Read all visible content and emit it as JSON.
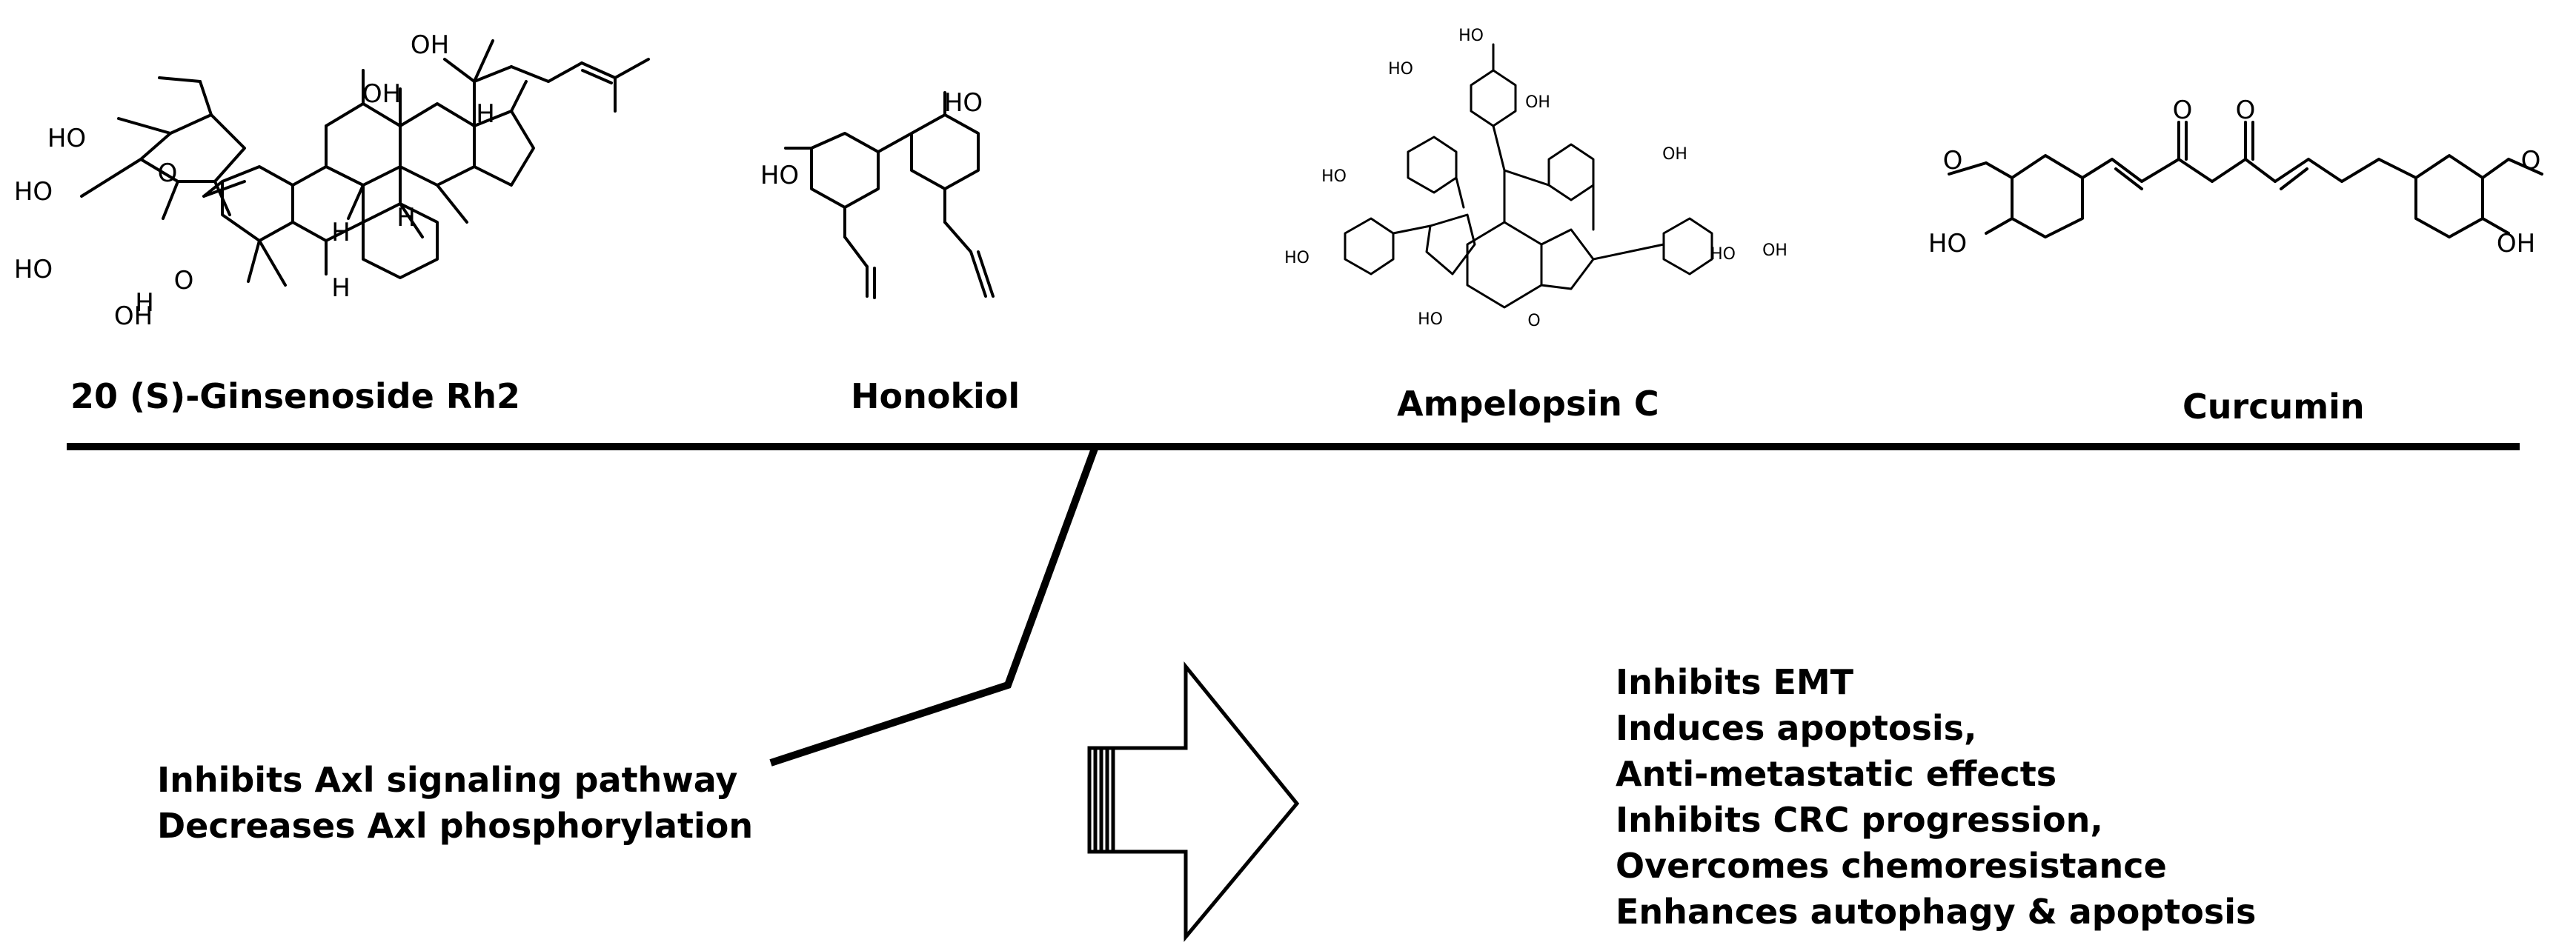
{
  "compounds": [
    {
      "name": "20 (S)-Ginsenoside Rh2",
      "atoms": [
        "OH",
        "OH",
        "HO",
        "HO",
        "HO",
        "OH",
        "O",
        "O",
        "H",
        "H",
        "H",
        "H",
        "H"
      ]
    },
    {
      "name": "Honokiol",
      "atoms": [
        "HO",
        "HO"
      ]
    },
    {
      "name": "Ampelopsin C",
      "atoms": [
        "HO",
        "HO",
        "HO",
        "HO",
        "HO",
        "OH",
        "OH",
        "HO",
        "O",
        "OH"
      ]
    },
    {
      "name": "Curcumin",
      "atoms": [
        "O",
        "O",
        "O",
        "O",
        "HO",
        "OH"
      ]
    }
  ],
  "mechanism": {
    "lines": [
      "Inhibits Axl signaling pathway",
      "Decreases Axl phosphorylation"
    ]
  },
  "effects": {
    "lines": [
      "Inhibits EMT",
      "Induces apoptosis,",
      "Anti-metastatic effects",
      "Inhibits CRC progression,",
      "Overcomes chemoresistance",
      "Enhances autophagy & apoptosis"
    ]
  }
}
